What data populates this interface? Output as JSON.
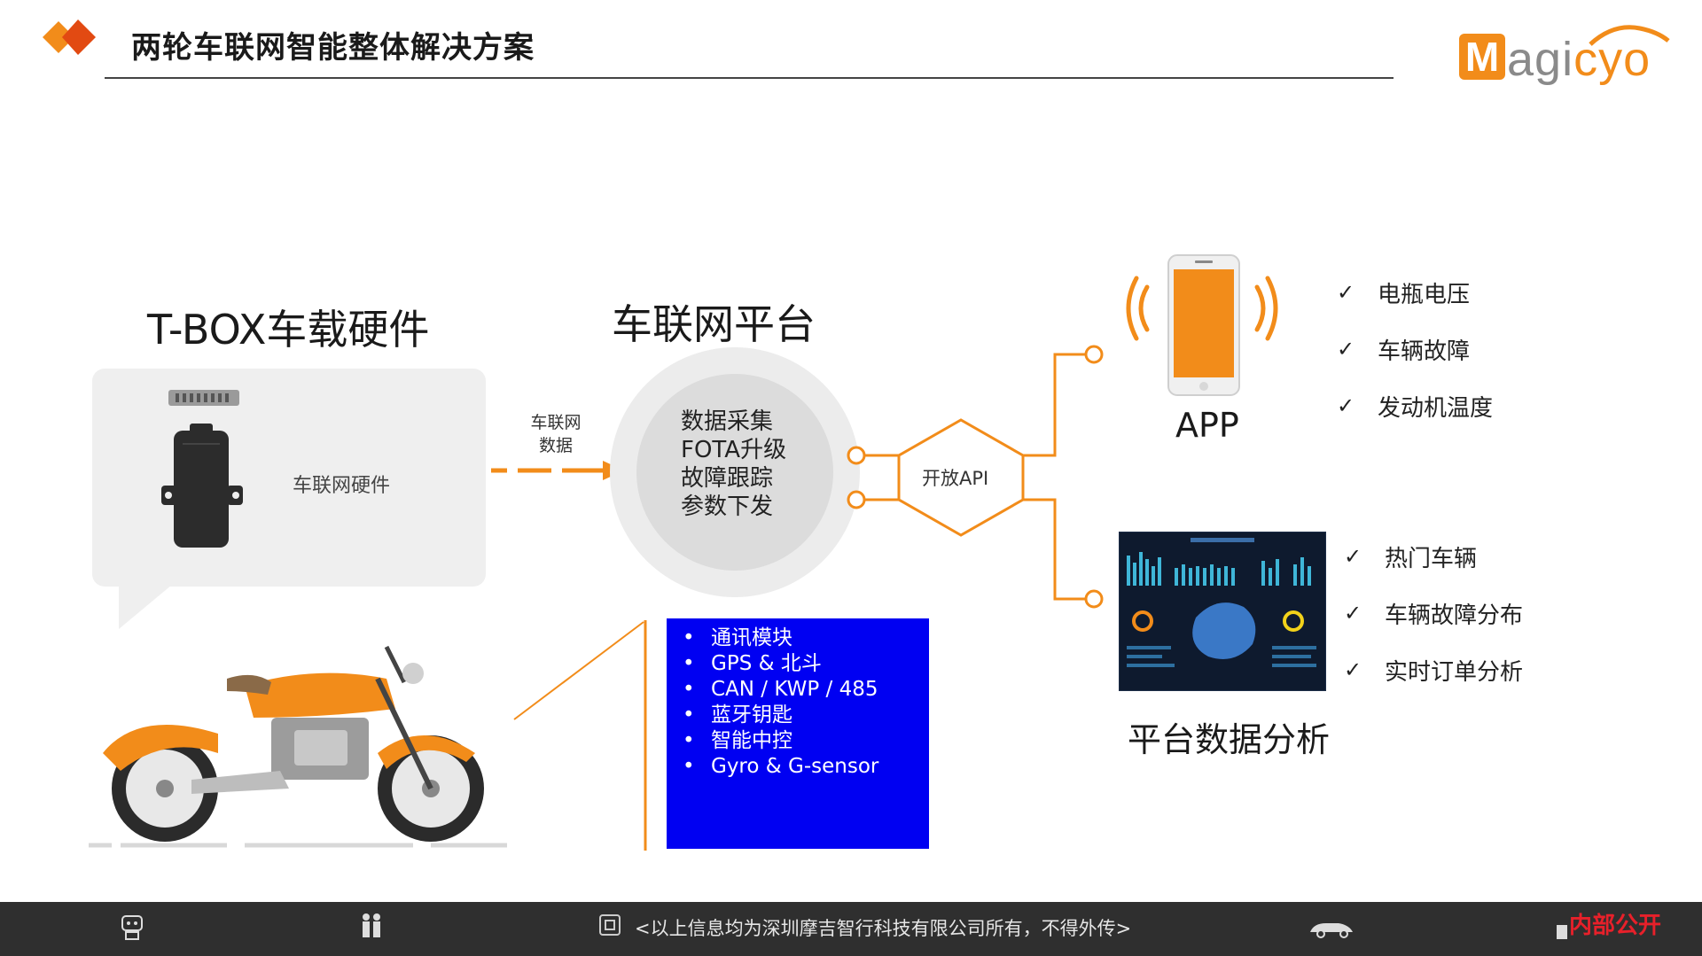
{
  "header": {
    "title": "两轮车联网智能整体解决方案",
    "logo_prefix": "M",
    "logo_text_a": "agi",
    "logo_text_b": "cyo"
  },
  "tbox": {
    "title": "T-BOX车载硬件",
    "hardware_label": "车联网硬件"
  },
  "flow": {
    "label_line1": "车联网",
    "label_line2": "数据"
  },
  "platform": {
    "title": "车联网平台",
    "items": [
      "数据采集",
      "FOTA升级",
      "故障跟踪",
      "参数下发"
    ]
  },
  "api": {
    "label": "开放API"
  },
  "app": {
    "label": "APP",
    "features": [
      "电瓶电压",
      "车辆故障",
      "发动机温度"
    ]
  },
  "analysis": {
    "label": "平台数据分析",
    "features": [
      "热门车辆",
      "车辆故障分布",
      "实时订单分析"
    ]
  },
  "modules": {
    "items": [
      "通讯模块",
      "GPS & 北斗",
      "CAN / KWP / 485",
      "蓝牙钥匙",
      "智能中控",
      "Gyro & G-sensor"
    ]
  },
  "footer": {
    "notice": "<以上信息均为深圳摩吉智行科技有限公司所有，不得外传>",
    "tag": "内部公开"
  },
  "colors": {
    "accent": "#f28c1a",
    "module_box": "#0000f2",
    "footer_bg": "#2f2f2f",
    "tag": "#e8202a"
  }
}
